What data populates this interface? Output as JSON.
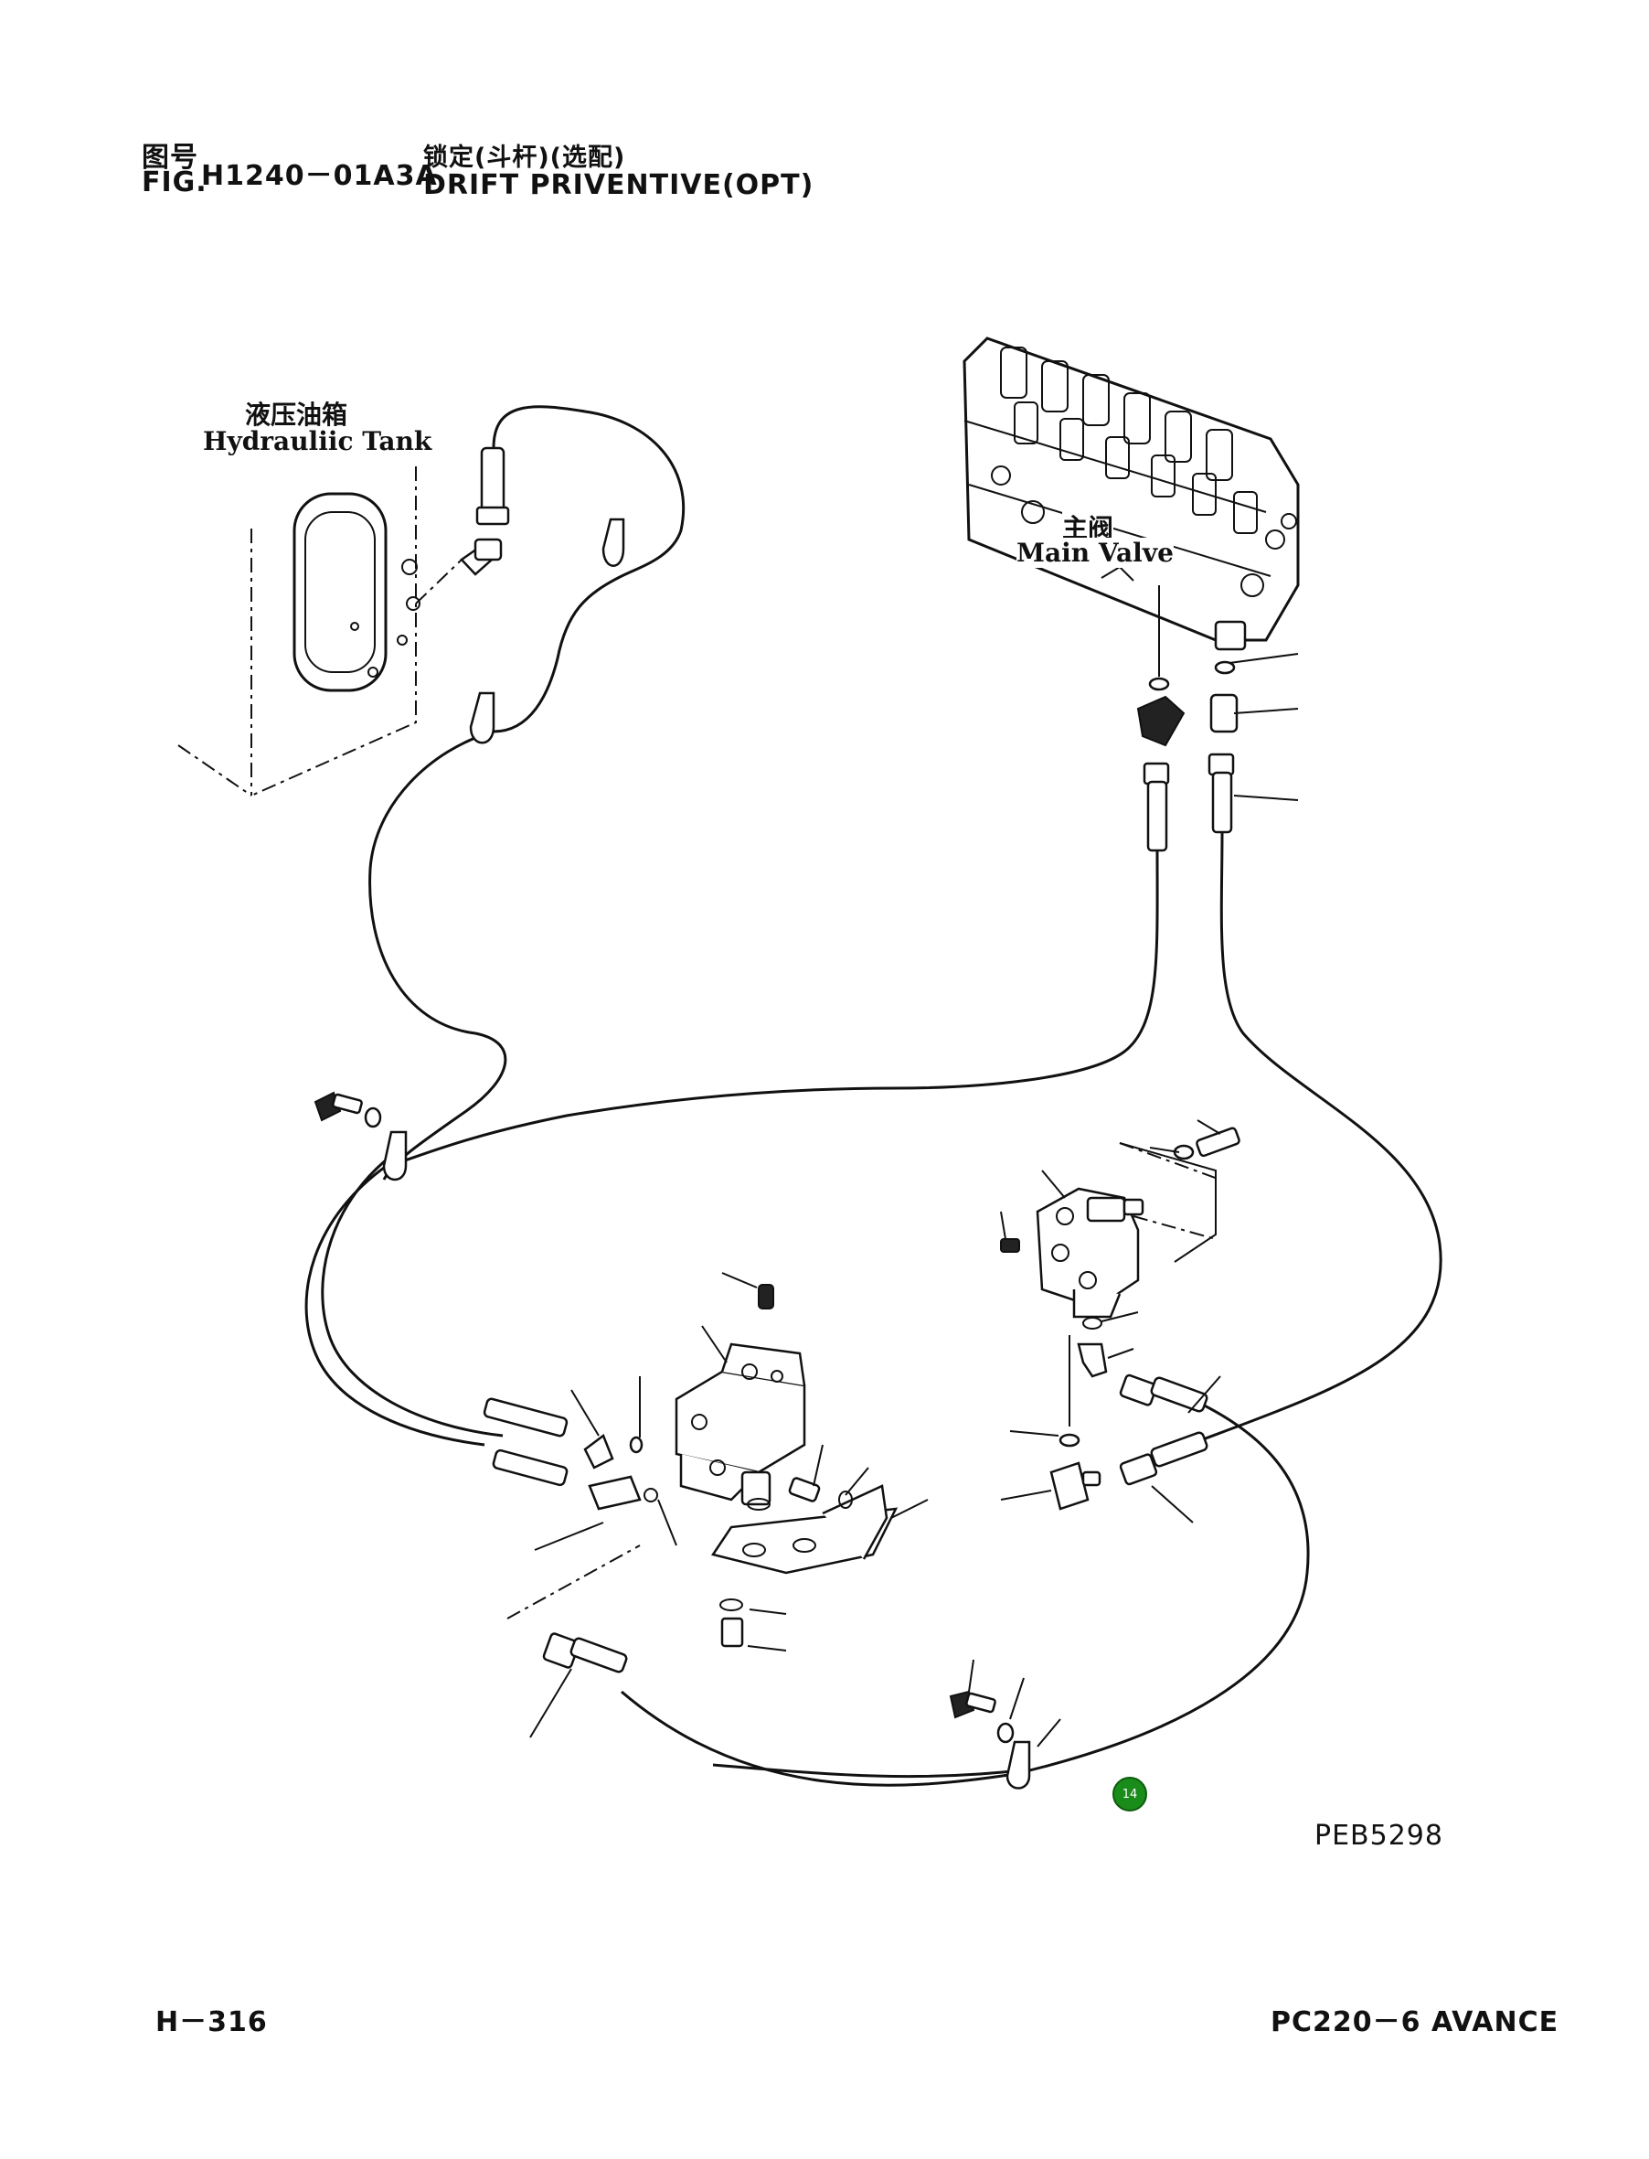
{
  "header": {
    "fig_label_cn": "图号",
    "fig_label_en": "FIG.",
    "fig_number": "H1240－01A3A",
    "title_cn": "锁定(斗杆)(选配)",
    "title_en": "DRIFT PRIVENTIVE(OPT)"
  },
  "labels": {
    "tank_cn": "液压油箱",
    "tank_en": "Hydrauliic Tank",
    "valve_cn": "主阀",
    "valve_en": "Main Valve"
  },
  "drawing_code": "PEB5298",
  "badge": "14",
  "footer": {
    "page": "H－316",
    "model": "PC220－6 AVANCE"
  }
}
